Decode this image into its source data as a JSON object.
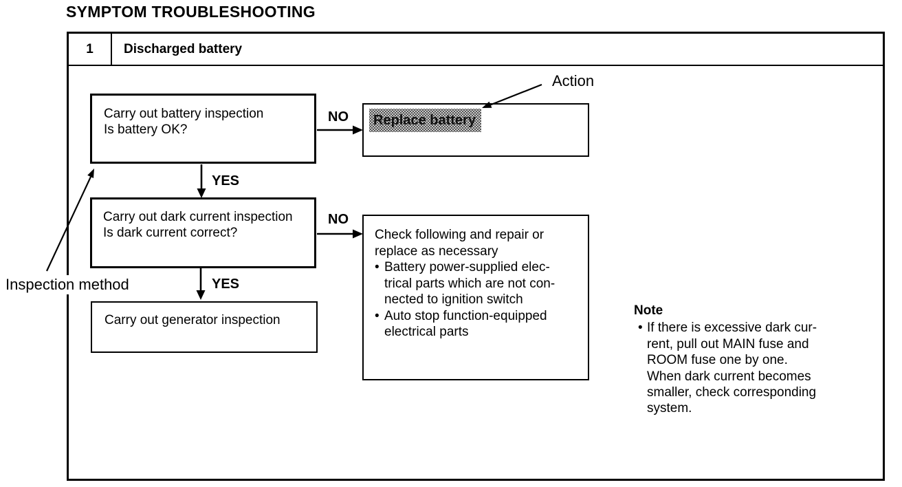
{
  "page": {
    "title": "SYMPTOM TROUBLESHOOTING"
  },
  "header": {
    "number": "1",
    "label": "Discharged battery"
  },
  "glyphs": {
    "bullet": "•"
  },
  "flowchart": {
    "boxes": {
      "battery": {
        "lines": [
          "Carry out battery inspection",
          "Is battery OK?"
        ]
      },
      "dark_current": {
        "lines": [
          "Carry out dark current inspection",
          "Is dark current correct?"
        ]
      },
      "generator": {
        "lines": [
          "Carry out generator inspection"
        ]
      },
      "replace": {
        "highlight_text": "Replace battery"
      },
      "check": {
        "intro_lines": [
          "Check following and repair or",
          "replace as necessary"
        ],
        "bullets": [
          {
            "lines": [
              "Battery power-supplied elec-",
              "trical parts which are not con-",
              "nected to ignition switch"
            ]
          },
          {
            "lines": [
              "Auto stop function-equipped",
              "electrical parts"
            ]
          }
        ]
      }
    },
    "connector_labels": {
      "no_battery": "NO",
      "yes_battery": "YES",
      "no_dark": "NO",
      "yes_dark": "YES"
    },
    "annotations": {
      "action": "Action",
      "inspection_method": "Inspection method"
    }
  },
  "note": {
    "title": "Note",
    "lines": [
      "If there is excessive dark cur-",
      "rent, pull out MAIN fuse and",
      "ROOM fuse one by one.",
      "When dark current becomes",
      "smaller, check corresponding",
      "system."
    ]
  },
  "colors": {
    "ink": "#000000",
    "paper": "#ffffff",
    "highlight_fill": "#c9c9c9",
    "highlight_dot": "#4a4a4a"
  }
}
